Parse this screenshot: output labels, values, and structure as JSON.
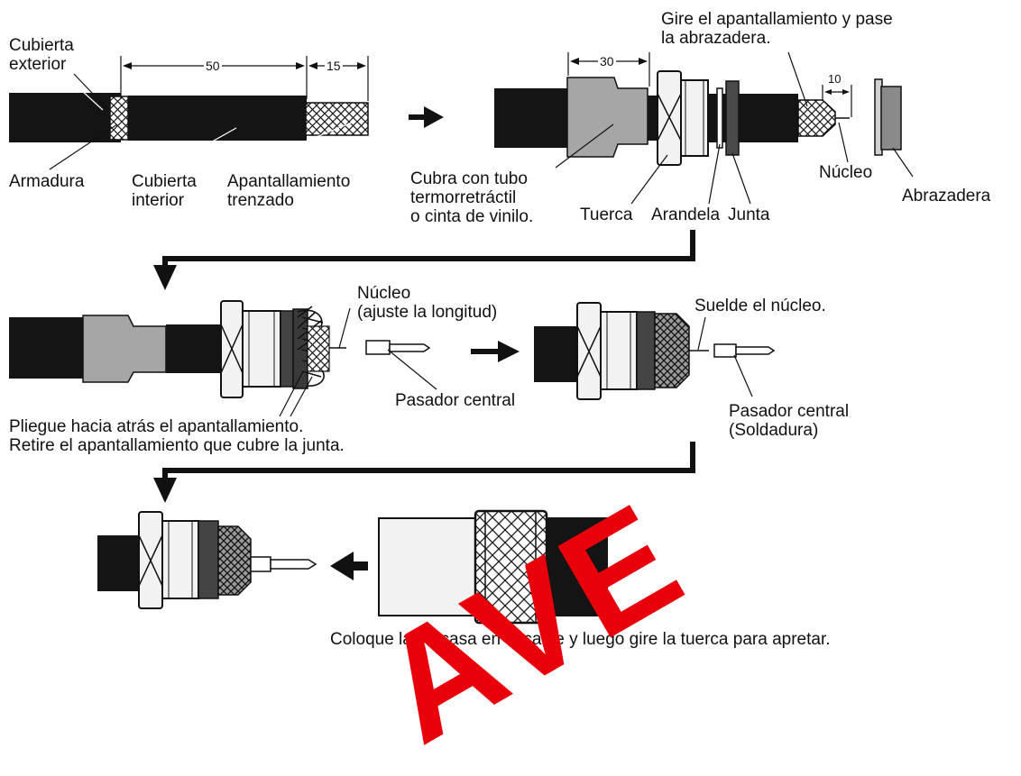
{
  "labels": {
    "cubierta_exterior": "Cubierta\nexterior",
    "armadura": "Armadura",
    "cubierta_interior": "Cubierta\ninterior",
    "apantallamiento_trenzado": "Apantallamiento\ntrenzado",
    "cubra_tubo": "Cubra con tubo\ntermorretráctil\no cinta de vinilo.",
    "tuerca": "Tuerca",
    "arandela": "Arandela",
    "junta": "Junta",
    "gire_apantallamiento": "Gire el apantallamiento y pase\nla abrazadera.",
    "nucleo_top": "Núcleo",
    "abrazadera": "Abrazadera",
    "nucleo_ajuste": "Núcleo\n(ajuste la longitud)",
    "pasador_central_1": "Pasador central",
    "pliegue": "Pliegue hacia atrás el apantallamiento.\nRetire el apantallamiento que cubre la junta.",
    "suelde_nucleo": "Suelde el núcleo.",
    "pasador_central_2": "Pasador central\n(Soldadura)",
    "coloque_carcasa": "Coloque la carcasa en el cable y luego gire la tuerca para apretar."
  },
  "dimensions": {
    "d50": "50",
    "d15": "15",
    "d30": "30",
    "d10": "10"
  },
  "watermark": "AVE",
  "colors": {
    "cable": "#141414",
    "sleeve": "#a6a6a6",
    "metal": "#f2f2f2",
    "dark_metal": "#555555",
    "watermark": "#e8000b"
  }
}
